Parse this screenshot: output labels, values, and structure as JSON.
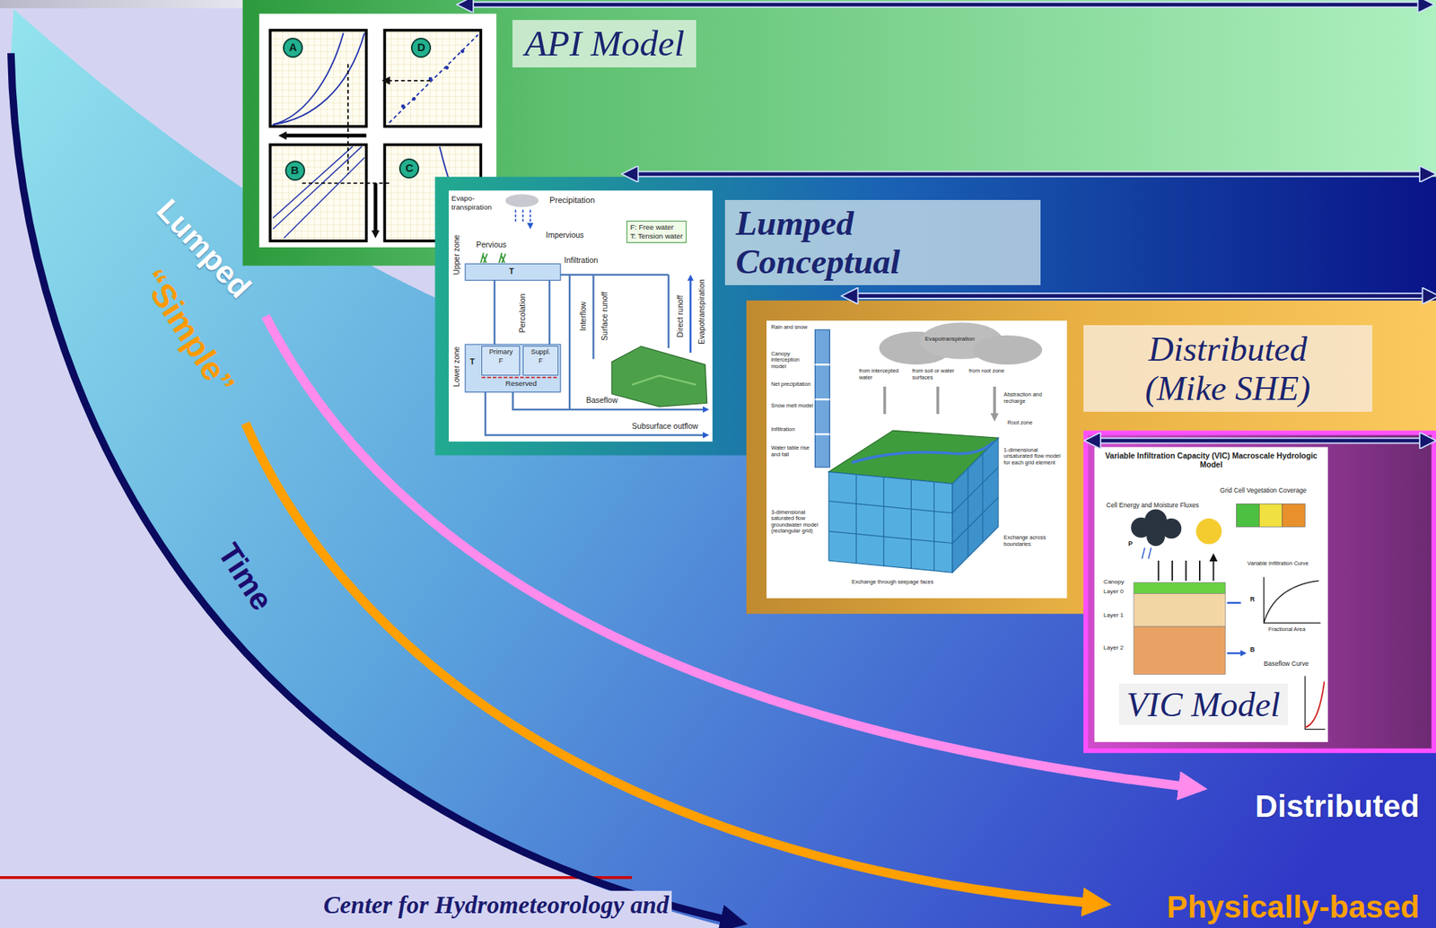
{
  "diagram": {
    "nodes": [
      {
        "text": [
          "API Model"
        ]
      },
      {
        "text": [
          "A"
        ],
        "in": 0
      },
      {
        "text": [
          "D"
        ],
        "in": 0
      },
      {
        "text": [
          "B"
        ],
        "in": 0
      },
      {
        "text": [
          "C"
        ],
        "in": 0
      },
      {
        "text": [
          "Lumped Conceptual"
        ]
      },
      {
        "text": [
          "F: Free water",
          "T: Tension water"
        ],
        "in": 5
      },
      {
        "text": [
          "Primary",
          "F"
        ],
        "in": 5
      },
      {
        "text": [
          "Suppl.",
          "F"
        ],
        "in": 5
      },
      {
        "text": [
          "Distributed (Mike SHE)"
        ]
      },
      {
        "text": [
          "VIC Model"
        ]
      }
    ],
    "labels": [
      "Lumped",
      "“Simple”",
      "Time",
      "Distributed",
      "Physically-based",
      "Center for Hydrometeorology and",
      "Evapo- transpiration",
      "Precipitation",
      "Pervious",
      "Impervious",
      "Upper zone",
      "Infiltration",
      "T",
      "Percolation",
      "Interflow",
      "Surface runoff",
      "Direct runoff",
      "Evapotranspiration",
      "Lower zone",
      "T",
      "Reserved",
      "Baseflow",
      "Subsurface outflow",
      "Rain and snow",
      "Evapotranspiration",
      "Canopy interception model",
      "Net precipitation",
      "Snow melt model",
      "from intercepted water",
      "from soil or water surfaces",
      "from root zone",
      "Infiltration",
      "Abstraction and recharge",
      "Water table rise and fall",
      "Root zone",
      "1-dimensional unsaturated flow model for each grid element",
      "3-dimensional saturated flow groundwater model (rectangular grid)",
      "Exchange through seepage faces",
      "Exchange across boundaries",
      "Variable Infiltration Capacity (VIC) Macroscale Hydrologic Model",
      "Grid Cell Vegetation Coverage",
      "Cell Energy and Moisture Fluxes",
      "Variable Infiltration Curve",
      "Canopy",
      "Layer 0",
      "Layer 1",
      "Layer 2",
      "Baseflow Curve",
      "P",
      "R",
      "B",
      "Fractional Area"
    ]
  }
}
